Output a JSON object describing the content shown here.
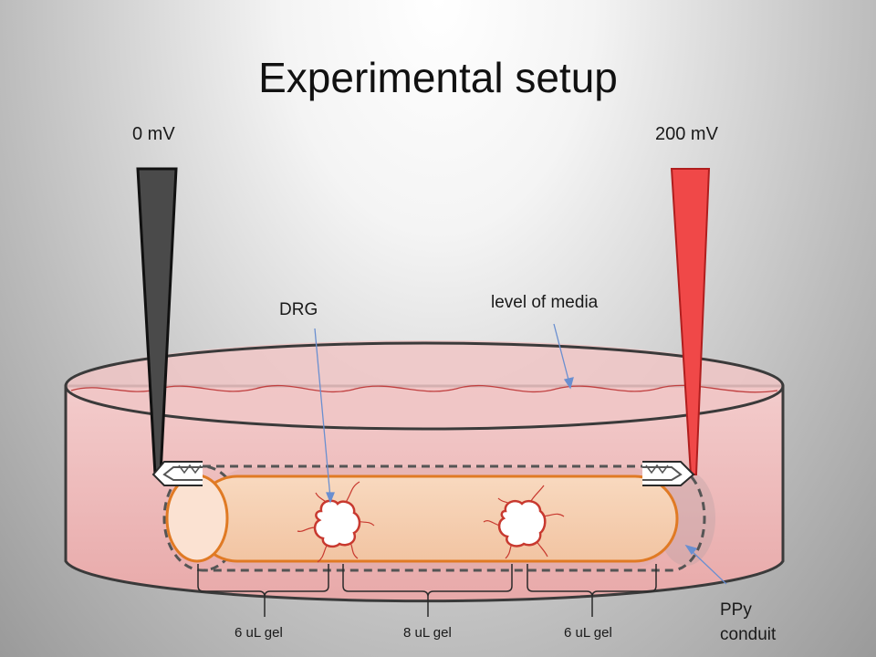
{
  "title": "Experimental setup",
  "electrodes": {
    "left": {
      "voltage": "0 mV",
      "color": "#4a4a4a"
    },
    "right": {
      "voltage": "200 mV",
      "color": "#f04848"
    }
  },
  "labels": {
    "drg": "DRG",
    "media": "level of media",
    "conduit_line1": "PPy",
    "conduit_line2": "conduit"
  },
  "gels": [
    "6 uL gel",
    "8 uL gel",
    "6 uL gel"
  ],
  "colors": {
    "media": "#efc0c0",
    "conduit": "#f6cfb1",
    "conduit_edge": "#e07a24",
    "wave": "#c04040",
    "arrow": "#6a8fd0"
  }
}
